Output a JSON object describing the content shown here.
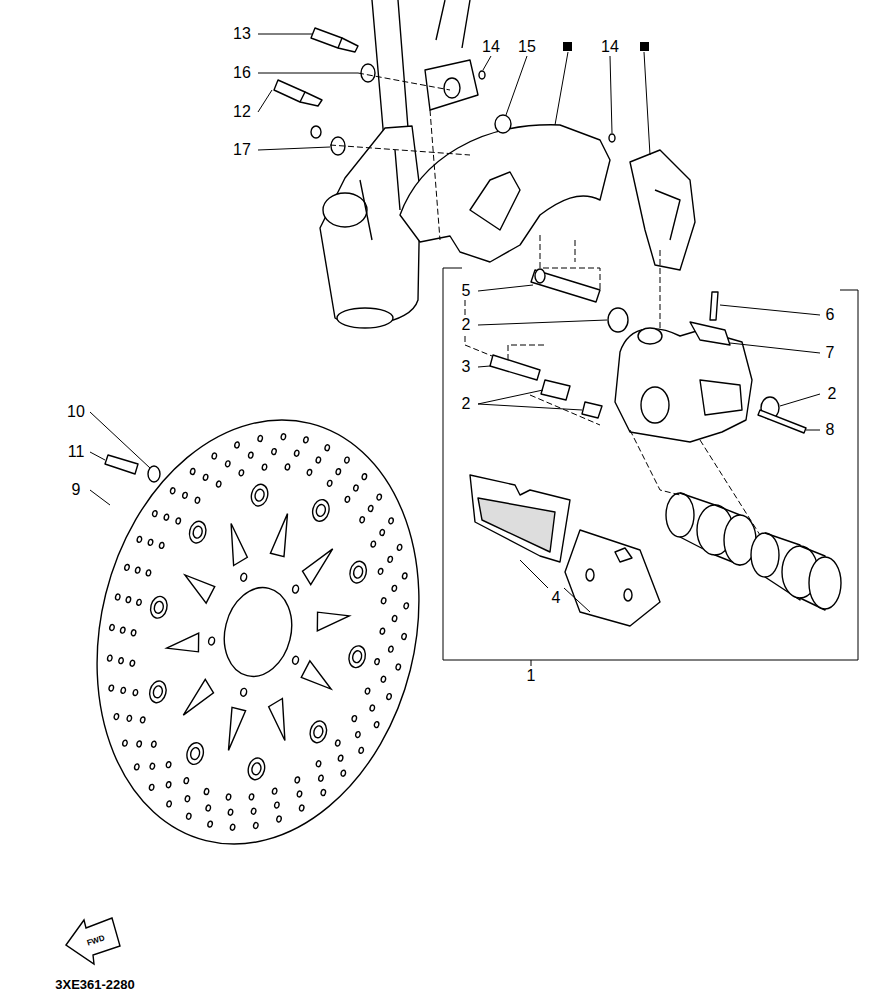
{
  "diagram": {
    "labels": [
      "13",
      "14",
      "15",
      "14",
      "16",
      "12",
      "17",
      "5",
      "6",
      "2",
      "7",
      "3",
      "2",
      "2",
      "10",
      "8",
      "11",
      "9",
      "4",
      "1",
      "FWD",
      "3XE361-2280"
    ]
  }
}
